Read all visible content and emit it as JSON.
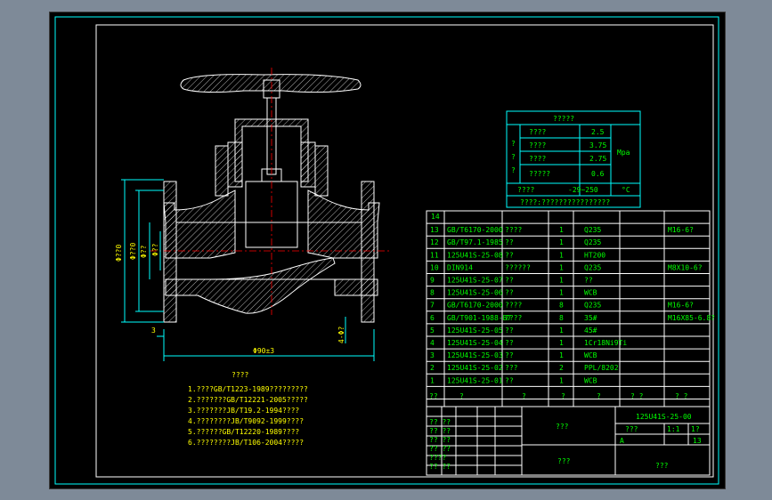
{
  "colors": {
    "sheet_bg": "#000000",
    "frame": "#00ffff",
    "outline": "#ffffff",
    "text": "#00ff00",
    "dims": "#00ffff",
    "centerline": "#ff0000"
  },
  "dimensions": {
    "d1": "Φ??0",
    "d2": "Φ??0",
    "d3": "Φ??",
    "d4": "Φ??",
    "overall_length": "Φ90±3",
    "flange_thk": "3",
    "bolt_note": "4-Φ?"
  },
  "notes": {
    "title": "????",
    "lines": [
      "1.????GB/T1223-1989?????????",
      "2.???????GB/T12221-2005?????",
      "3.???????JB/T19.2-1994????",
      "4.????????JB/T9092-1999????",
      "5.??????GB/T12220-1989????",
      "6.????????JB/T106-2004?????"
    ]
  },
  "spec_table": {
    "title": "?????",
    "rows": [
      {
        "c1": "",
        "c2": "????",
        "c3": "2.5",
        "c4": ""
      },
      {
        "c1": "?",
        "c2": "????",
        "c3": "3.75",
        "c4": "Mpa"
      },
      {
        "c1": "?",
        "c2": "????",
        "c3": "2.75",
        "c4": ""
      },
      {
        "c1": "?",
        "c2": "?????",
        "c3": "0.6",
        "c4": ""
      },
      {
        "c1": "????",
        "c2": "-29~250",
        "c3": "",
        "c4": "°C"
      }
    ],
    "footer": "????:????????????????"
  },
  "bom": {
    "header_index": "14",
    "rows": [
      {
        "no": "13",
        "code": "GB/T6170-2000",
        "name": "????",
        "qty": "1",
        "mat": "Q235",
        "note": "M16-6?"
      },
      {
        "no": "12",
        "code": "GB/T97.1-1985",
        "name": "??",
        "qty": "1",
        "mat": "Q235",
        "note": ""
      },
      {
        "no": "11",
        "code": "125U41S-25-08",
        "name": "??",
        "qty": "1",
        "mat": "HT200",
        "note": ""
      },
      {
        "no": "10",
        "code": "DIN914",
        "name": "??????",
        "qty": "1",
        "mat": "Q235",
        "note": "M8X10-6?"
      },
      {
        "no": "9",
        "code": "125U41S-25-07",
        "name": "??",
        "qty": "1",
        "mat": "??",
        "note": ""
      },
      {
        "no": "8",
        "code": "125U41S-25-06",
        "name": "??",
        "qty": "1",
        "mat": "WCB",
        "note": ""
      },
      {
        "no": "7",
        "code": "GB/T6170-2000",
        "name": "????",
        "qty": "8",
        "mat": "Q235",
        "note": "M16-6?"
      },
      {
        "no": "6",
        "code": "GB/T901-1988-B7",
        "name": "????",
        "qty": "8",
        "mat": "35#",
        "note": "M16X85-6.8?"
      },
      {
        "no": "5",
        "code": "125U41S-25-05",
        "name": "??",
        "qty": "1",
        "mat": "45#",
        "note": ""
      },
      {
        "no": "4",
        "code": "125U41S-25-04",
        "name": "??",
        "qty": "1",
        "mat": "1Cr18Ni9Ti",
        "note": ""
      },
      {
        "no": "3",
        "code": "125U41S-25-03",
        "name": "??",
        "qty": "1",
        "mat": "WCB",
        "note": ""
      },
      {
        "no": "2",
        "code": "125U41S-25-02",
        "name": "???",
        "qty": "2",
        "mat": "PPL/8202",
        "note": ""
      },
      {
        "no": "1",
        "code": "125U41S-25-01",
        "name": "??",
        "qty": "1",
        "mat": "WCB",
        "note": ""
      }
    ],
    "header": {
      "no": "??",
      "code": "?",
      "name": "?",
      "qty": "?",
      "mat": "?",
      "extra": "? ?",
      "note": "? ?"
    }
  },
  "title_block": {
    "drawing_no": "125U41S-25-00",
    "name": "???",
    "company": "???",
    "scale": "1:1",
    "sheet": "1?",
    "designer": "???",
    "small": [
      "?? ??",
      "?? ??",
      "?? ??",
      "?? ??",
      "????",
      "?? ??"
    ],
    "weight": "A",
    "count": "13",
    "bottom_right": "???"
  }
}
